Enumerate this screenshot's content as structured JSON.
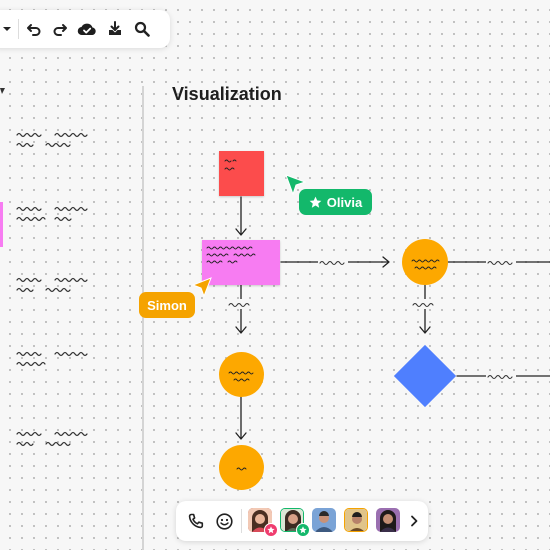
{
  "frame": {
    "title": "Visualization"
  },
  "cursors": [
    {
      "name": "Olivia",
      "color": "#13b86b"
    },
    {
      "name": "Simon",
      "color": "#f5a300"
    }
  ],
  "colors": {
    "red_note": "#fc4c4c",
    "pink_note": "#f77cf2",
    "orange_node": "#fda800",
    "blue_diamond": "#4f7ffe",
    "call_badge": "#ef3c6e"
  },
  "toolbar": {
    "icons": [
      "chevron-down-icon",
      "undo-icon",
      "redo-icon",
      "cloud-saved-icon",
      "download-icon",
      "search-icon"
    ]
  },
  "collab_bar": {
    "icons": [
      "phone-icon",
      "emoji-icon",
      "chevron-right-icon"
    ],
    "avatar_count": 5
  }
}
